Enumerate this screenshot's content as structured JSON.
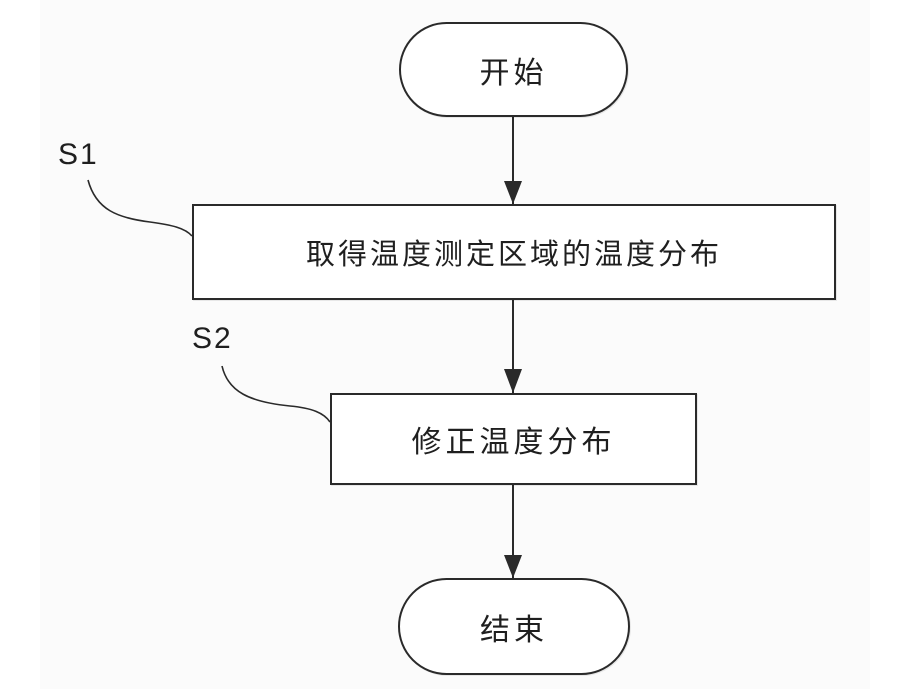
{
  "flowchart": {
    "start": {
      "text": "开始"
    },
    "step1": {
      "id": "S1",
      "text": "取得温度测定区域的温度分布"
    },
    "step2": {
      "id": "S2",
      "text": "修正温度分布"
    },
    "end": {
      "text": "结束"
    },
    "colors": {
      "stroke": "#2a2a2a",
      "text": "#1f1f1f",
      "background": "#fbfbfb"
    }
  }
}
